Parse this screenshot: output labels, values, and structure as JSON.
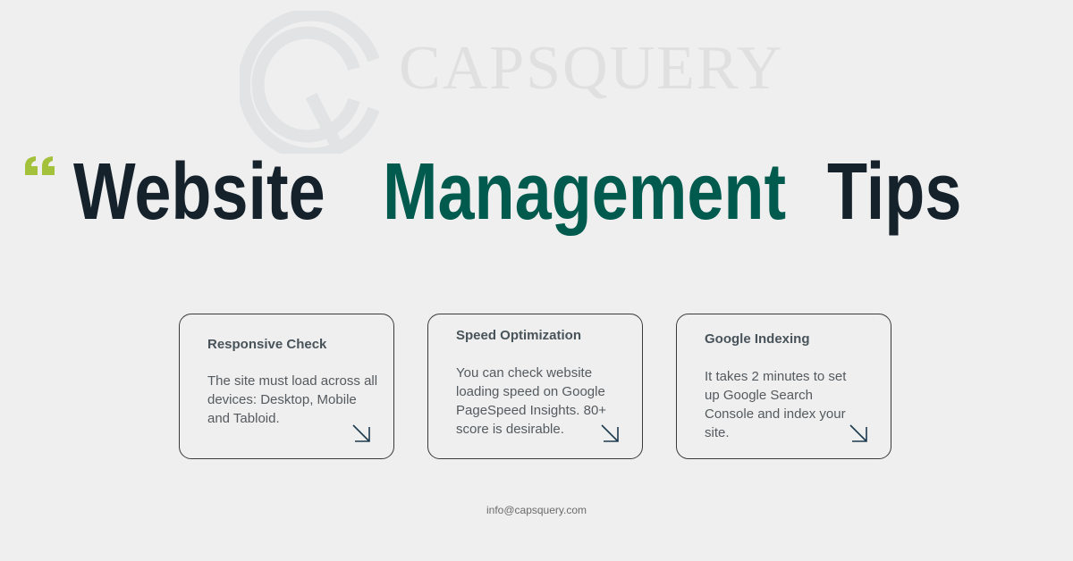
{
  "logo": {
    "text": "CAPSQUERY"
  },
  "headline": {
    "words": [
      "Website",
      "Management",
      "Tips"
    ]
  },
  "colors": {
    "background": "#efefef",
    "dark": "#15222b",
    "accent_green": "#005a4e",
    "quote_green": "#a3c13a"
  },
  "cards": [
    {
      "title": "Responsive Check",
      "body": "The site must load across all devices: Desktop, Mobile and Tabloid.",
      "icon": "arrow-down-right-icon"
    },
    {
      "title": "Speed Optimization",
      "body": "You can check website loading speed on Google PageSpeed Insights. 80+ score is desirable.",
      "icon": "arrow-down-right-icon"
    },
    {
      "title": "Google Indexing",
      "body": "It takes 2 minutes to set up Google Search Console and index your site.",
      "icon": "arrow-down-right-icon"
    }
  ],
  "footer": {
    "email": "info@capsquery.com"
  }
}
